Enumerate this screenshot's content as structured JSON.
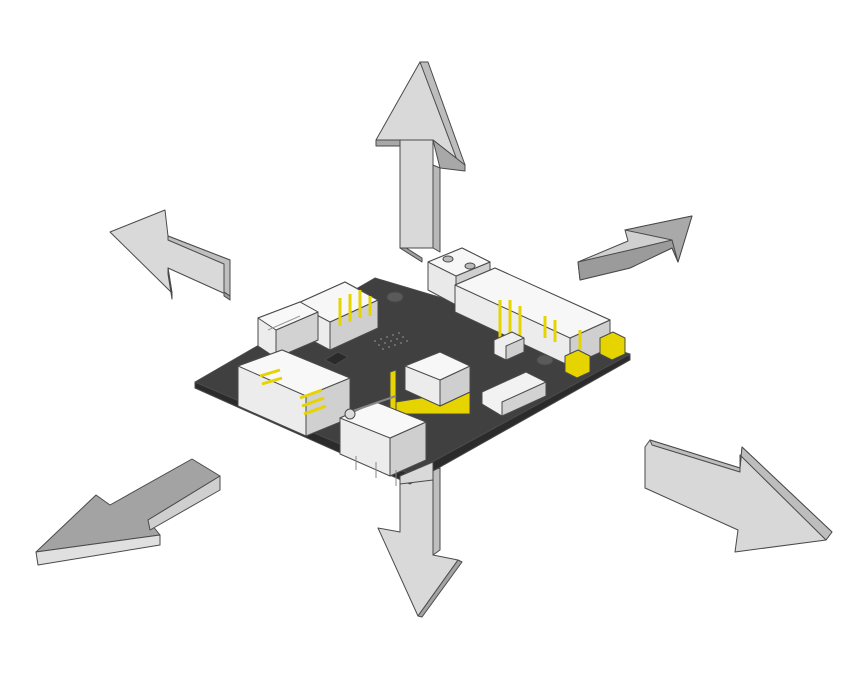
{
  "diagram": {
    "subject": "pcb-board-with-connectors",
    "arrows": [
      {
        "name": "arrow-up",
        "direction": "up"
      },
      {
        "name": "arrow-up-left",
        "direction": "up-left"
      },
      {
        "name": "arrow-up-right",
        "direction": "up-right"
      },
      {
        "name": "arrow-down",
        "direction": "down"
      },
      {
        "name": "arrow-down-left",
        "direction": "down-left"
      },
      {
        "name": "arrow-down-right",
        "direction": "down-right"
      }
    ],
    "colors": {
      "arrow_light": "#d9d9d9",
      "arrow_side": "#b8b8b8",
      "arrow_dark": "#8f8f8f",
      "board_top": "#3f3f3f",
      "board_edge": "#2a2a2a",
      "connector": "#f2f2f2",
      "connector_shade": "#cfcfcf",
      "pin_gold": "#e6d400",
      "outline": "#4a4a4a"
    }
  }
}
